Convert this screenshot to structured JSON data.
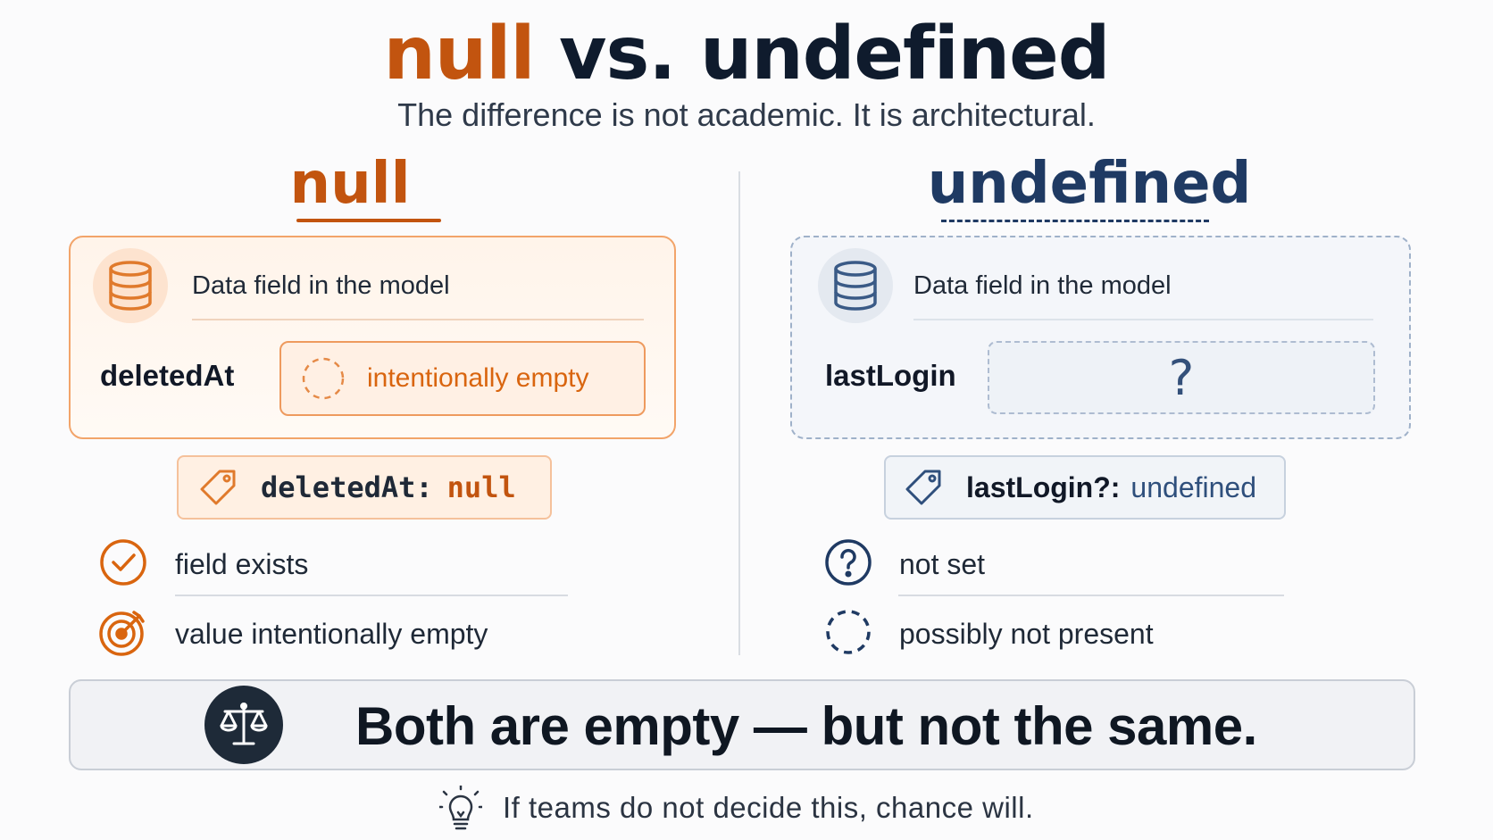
{
  "title": {
    "part_null": "null",
    "part_rest": " vs. undefined"
  },
  "subtitle": "The difference is not academic. It is architectural.",
  "null_side": {
    "heading": "null",
    "card_label": "Data field in the model",
    "field_name": "deletedAt",
    "value_label": "intentionally empty",
    "tag_key": "deletedAt:",
    "tag_value": "null",
    "points": [
      "field exists",
      "value intentionally empty"
    ],
    "accent": "#c2540f"
  },
  "undefined_side": {
    "heading": "undefined",
    "card_label": "Data field in the model",
    "field_name": "lastLogin",
    "value_label": "?",
    "tag_key": "lastLogin?:",
    "tag_value": "undefined",
    "points": [
      "not set",
      "possibly not present"
    ],
    "accent": "#1f3a63"
  },
  "banner": {
    "text": "Both are empty — but not the same."
  },
  "footer": {
    "text": "If teams do not decide this, chance will."
  }
}
